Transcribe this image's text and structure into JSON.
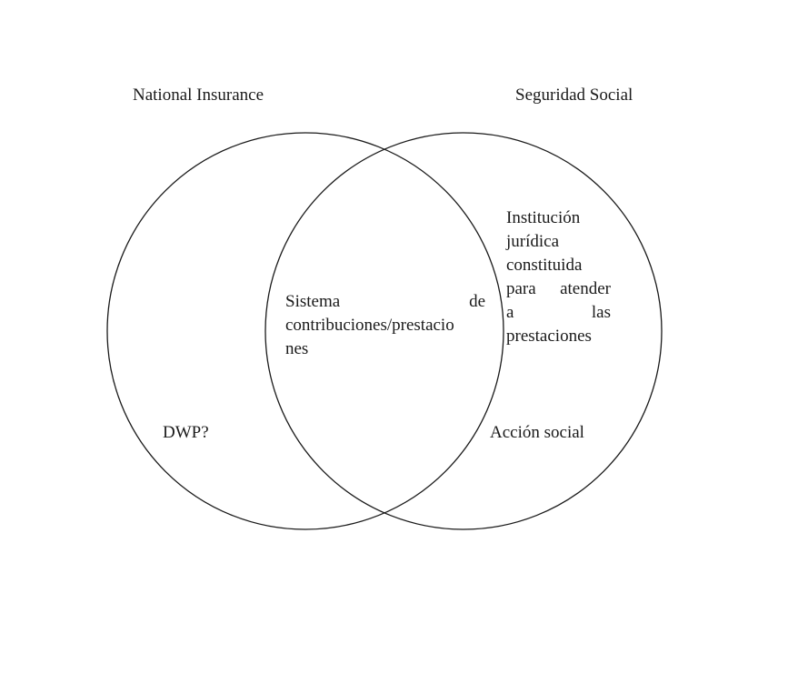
{
  "diagram": {
    "set_left_label": "National Insurance",
    "set_right_label": "Seguridad Social",
    "left_only_text": "DWP?",
    "overlap_text": {
      "line1_left": "Sistema",
      "line1_right": "de",
      "line2": "contribuciones/prestacio",
      "line3": "nes"
    },
    "right_only_text": {
      "line1": "Institución",
      "line2": "jurídica",
      "line3": "constituida",
      "line4_left": "para",
      "line4_right": "atender",
      "line5_left": "a",
      "line5_right": "las",
      "line6": "prestaciones"
    },
    "right_lower_text": "Acción social",
    "colors": {
      "stroke": "#1a1a1a",
      "background": "#ffffff"
    }
  }
}
